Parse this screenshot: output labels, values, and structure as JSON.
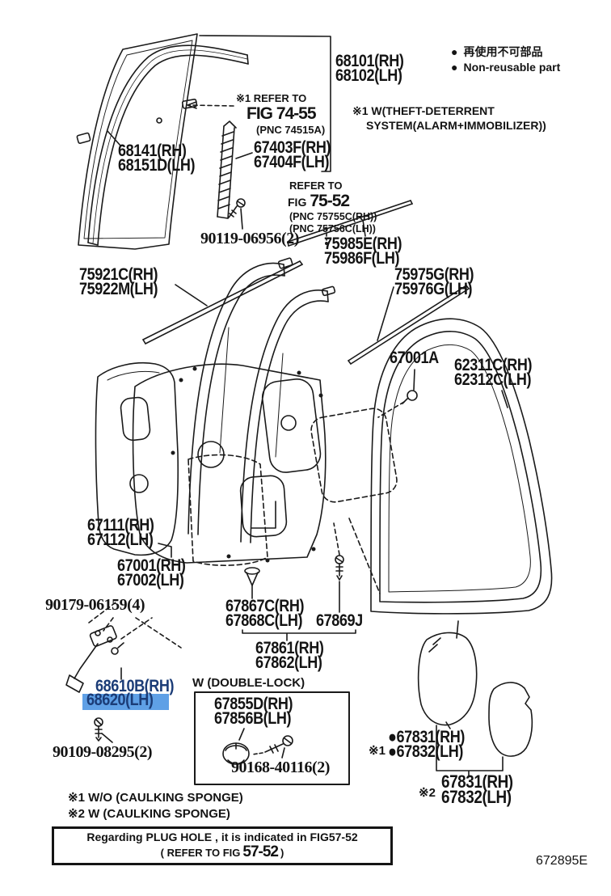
{
  "page": {
    "code": "672895E"
  },
  "legend": {
    "bullet": "●",
    "jp": "再使用不可部品",
    "en": "Non-reusable part"
  },
  "notes": {
    "theft1": "※1 W(THEFT-DETERRENT",
    "theft2": "SYSTEM(ALARM+IMMOBILIZER))",
    "caulk1": "※1  W/O (CAULKING SPONGE)",
    "caulk2": "※2  W (CAULKING SPONGE)",
    "plug1": "Regarding PLUG HOLE , it is indicated in FIG57-52",
    "plug2a": "( REFER TO FIG",
    "plug2b": "57-52",
    "plug2c": ")"
  },
  "refs": {
    "r7455_1": "※1 REFER TO",
    "r7455_2": "FIG 74-55",
    "r7455_3": "(PNC 74515A)",
    "r7552_1": "REFER TO",
    "r7552_2a": "FIG",
    "r7552_2b": "75-52",
    "r7552_3": "(PNC 75755C(RH))",
    "r7552_4": "(PNC 75756C(LH))"
  },
  "parts": {
    "glass1": "68101(RH)",
    "glass2": "68102(LH)",
    "frame1": "68141(RH)",
    "frame2": "68151D(LH)",
    "run1": "67403F(RH)",
    "run2": "67404F(LH)",
    "screw_run": "90119-06956(2)",
    "mold_a1": "75985E(RH)",
    "mold_a2": "75986F(LH)",
    "mold_b1": "75921C(RH)",
    "mold_b2": "75922M(LH)",
    "mold_c1": "75975G(RH)",
    "mold_c2": "75976G(LH)",
    "clip": "67001A",
    "ws1": "62311C(RH)",
    "ws2": "62312C(LH)",
    "panel_in1": "67111(RH)",
    "panel_in2": "67112(LH)",
    "panel1": "67001(RH)",
    "panel2": "67002(LH)",
    "screw_hinge": "90179-06159(4)",
    "ret1": "67867C(RH)",
    "ret2": "67868C(LH)",
    "screw_ret": "67869J",
    "wsf1": "67861(RH)",
    "wsf2": "67862(LH)",
    "check_rh": "68610B(RH)",
    "check_lh": "68620(LH)",
    "screw_check": "90109-08295(2)",
    "dl_title": "W (DOUBLE-LOCK)",
    "dl1": "67855D(RH)",
    "dl2": "67856B(LH)",
    "dl_screw": "90168-40116(2)",
    "pad_m1": "※1",
    "pad1a": "●67831(RH)",
    "pad1b": "●67832(LH)",
    "pad_m2": "※2",
    "pad2a": "67831(RH)",
    "pad2b": "67832(LH)"
  },
  "colors": {
    "line": "#1a1a1a",
    "highlight_bg": "#5fa0e6",
    "highlight_text": "#1b3c77"
  }
}
